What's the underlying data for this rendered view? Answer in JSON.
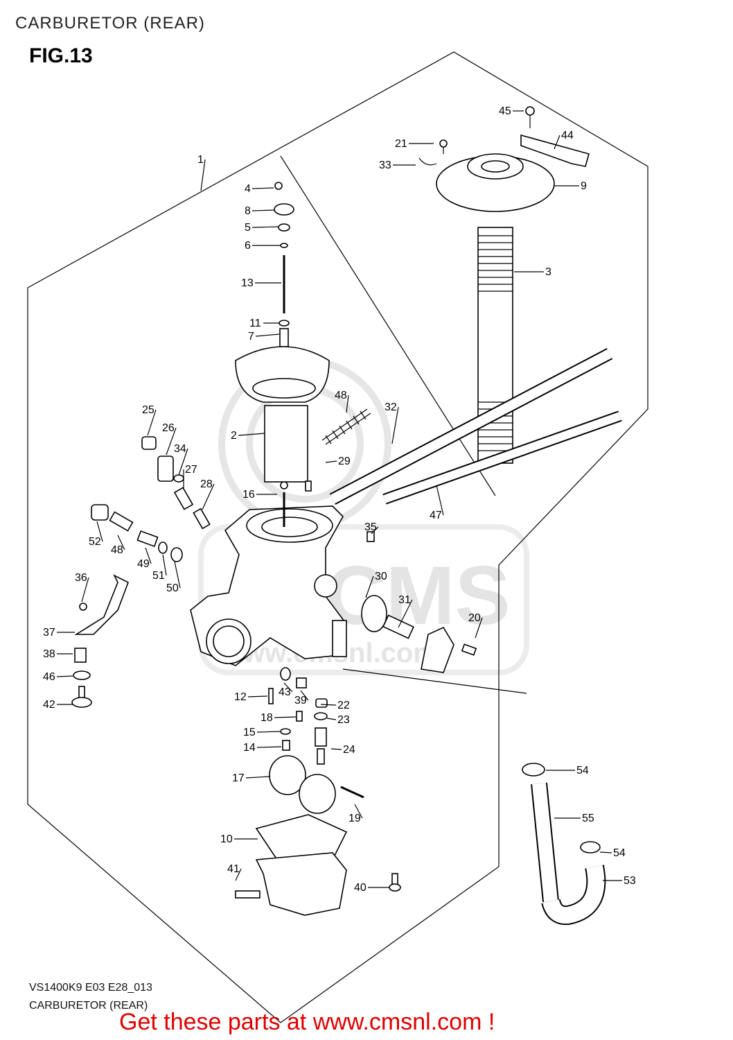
{
  "header": {
    "title": "CARBURETOR (REAR)",
    "figure": "FIG.13"
  },
  "footer": {
    "model": "VS1400K9 E03 E28_013",
    "title": "CARBURETOR (REAR)",
    "promo": "Get these parts at www.cmsnl.com !"
  },
  "watermark": {
    "text": "CMS",
    "url": "www.cmsnl.com"
  },
  "callouts": [
    {
      "n": "1"
    },
    {
      "n": "2"
    },
    {
      "n": "3"
    },
    {
      "n": "4"
    },
    {
      "n": "5"
    },
    {
      "n": "6"
    },
    {
      "n": "7"
    },
    {
      "n": "8"
    },
    {
      "n": "9"
    },
    {
      "n": "10"
    },
    {
      "n": "11"
    },
    {
      "n": "12"
    },
    {
      "n": "13"
    },
    {
      "n": "14"
    },
    {
      "n": "15"
    },
    {
      "n": "16"
    },
    {
      "n": "17"
    },
    {
      "n": "18"
    },
    {
      "n": "19"
    },
    {
      "n": "20"
    },
    {
      "n": "21"
    },
    {
      "n": "22"
    },
    {
      "n": "23"
    },
    {
      "n": "24"
    },
    {
      "n": "25"
    },
    {
      "n": "26"
    },
    {
      "n": "27"
    },
    {
      "n": "28"
    },
    {
      "n": "29"
    },
    {
      "n": "30"
    },
    {
      "n": "31"
    },
    {
      "n": "32"
    },
    {
      "n": "33"
    },
    {
      "n": "34"
    },
    {
      "n": "35"
    },
    {
      "n": "36"
    },
    {
      "n": "37"
    },
    {
      "n": "38"
    },
    {
      "n": "39"
    },
    {
      "n": "40"
    },
    {
      "n": "41"
    },
    {
      "n": "42"
    },
    {
      "n": "43"
    },
    {
      "n": "44"
    },
    {
      "n": "45"
    },
    {
      "n": "46"
    },
    {
      "n": "47"
    },
    {
      "n": "48"
    },
    {
      "n": "48"
    },
    {
      "n": "49"
    },
    {
      "n": "50"
    },
    {
      "n": "51"
    },
    {
      "n": "52"
    },
    {
      "n": "53"
    },
    {
      "n": "54"
    },
    {
      "n": "54"
    },
    {
      "n": "55"
    }
  ]
}
